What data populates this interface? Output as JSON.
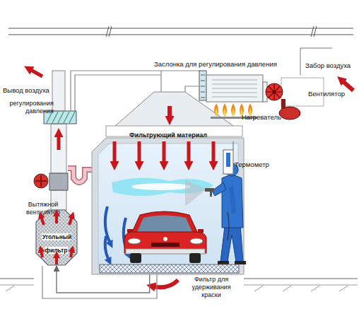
{
  "diagram": {
    "nodes": [
      {
        "text": [
          "Фильтрующий материал"
        ]
      },
      {
        "text": [
          "Угольный фильтр"
        ]
      }
    ],
    "edges": [
      {
        "from": 0,
        "to": 1,
        "arrow": "to"
      }
    ],
    "labels": [
      "Заслонка для регулирования давления",
      "Забор воздуха",
      "Вывод воздуха",
      "Вентилятор",
      "регулирования давления",
      "Нагреватель",
      "Термометр",
      "Вытяжной вентилятор",
      "Фильтр для удерживания краски"
    ]
  }
}
